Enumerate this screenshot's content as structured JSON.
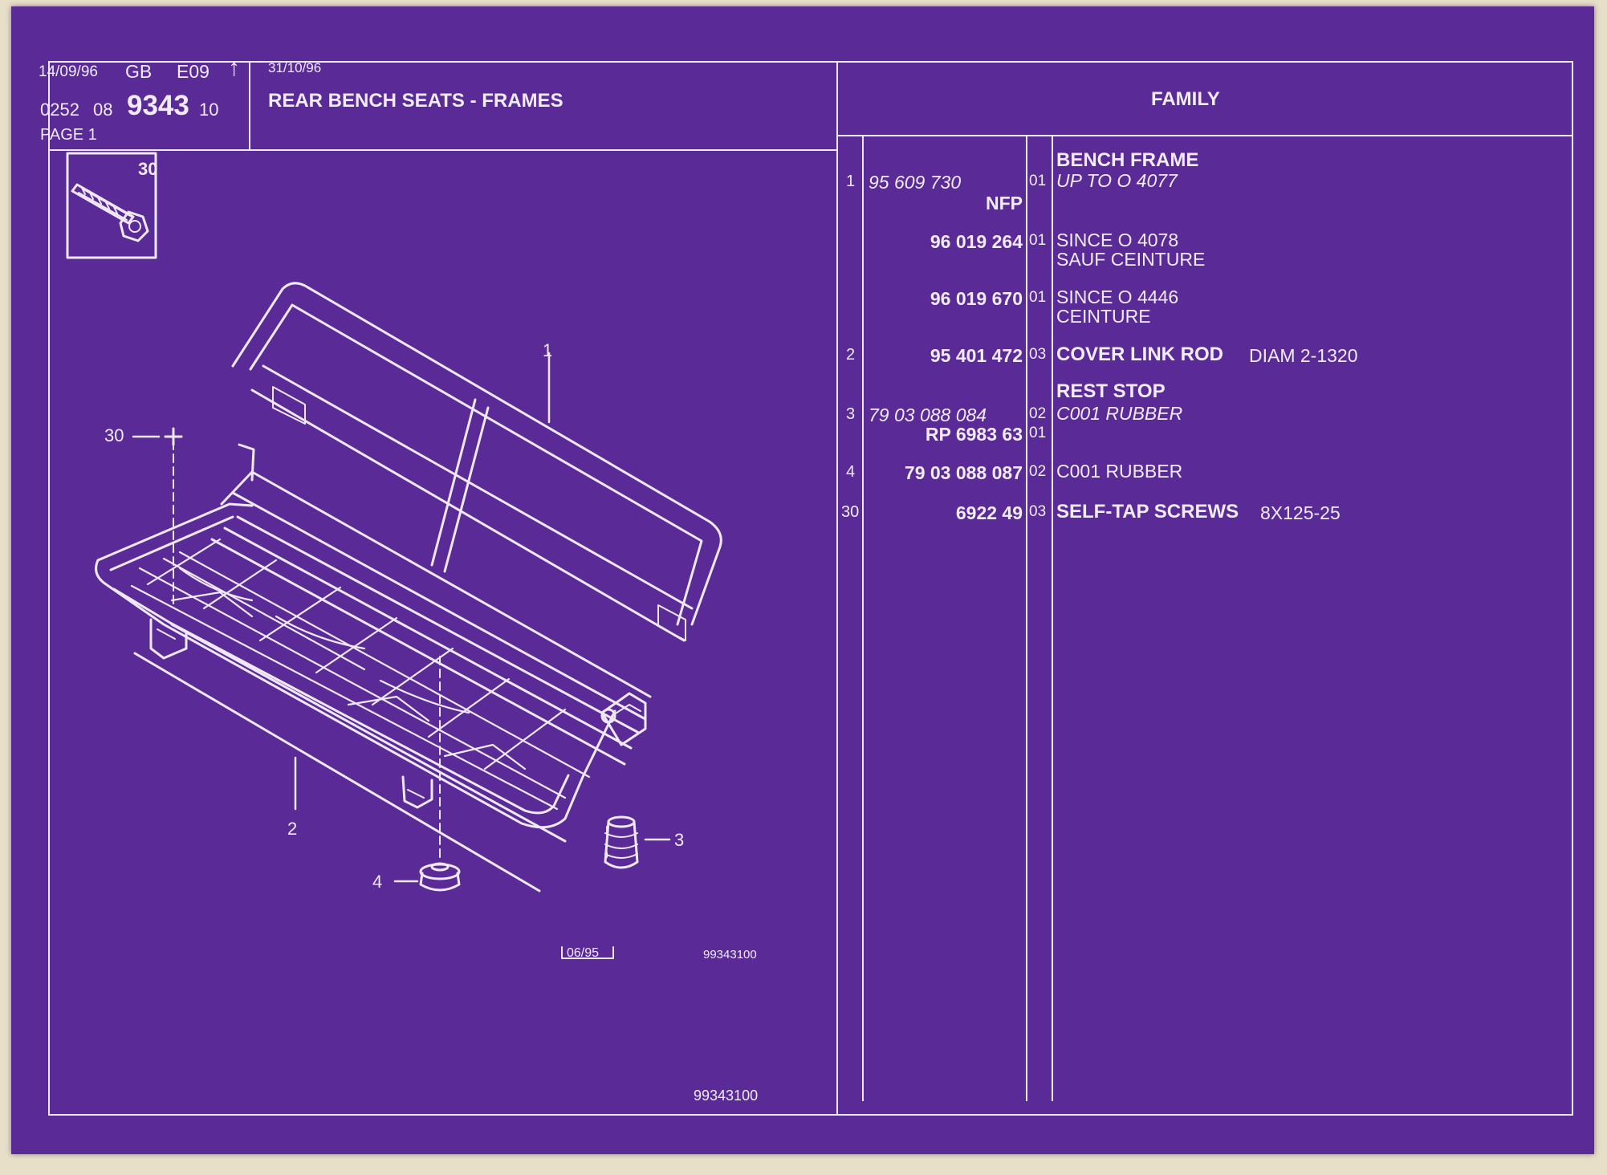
{
  "header": {
    "date": "14/09/96",
    "lang": "GB",
    "edition": "E09",
    "arrow": "↑",
    "ref_prefix_a": "0252",
    "ref_prefix_b": "08",
    "ref_main": "9343",
    "ref_suffix": "10",
    "page": "PAGE 1",
    "update_date": "31/10/96",
    "title": "REAR BENCH SEATS - FRAMES",
    "family_label": "FAMILY"
  },
  "drawing": {
    "inset_number": "30",
    "callouts": [
      "1",
      "2",
      "3",
      "4",
      "30"
    ],
    "stamp_date": "06/95",
    "stamp_ref": "99343100",
    "footer_ref": "99343100"
  },
  "parts": [
    {
      "no": "1",
      "code": "95 609 730",
      "code_style": "italic",
      "seq": "01",
      "desc": [
        {
          "text": "BENCH FRAME",
          "style": "bold-title"
        },
        {
          "text": "UP  TO  O  4077",
          "style": "italic"
        }
      ],
      "note": "NFP"
    },
    {
      "no": "",
      "code": "96 019 264",
      "code_style": "bold",
      "seq": "01",
      "desc": [
        {
          "text": "SINCE  O  4078",
          "style": "normal"
        },
        {
          "text": "SAUF CEINTURE",
          "style": "normal"
        }
      ]
    },
    {
      "no": "",
      "code": "96 019 670",
      "code_style": "bold",
      "seq": "01",
      "desc": [
        {
          "text": "SINCE  O  4446",
          "style": "normal"
        },
        {
          "text": "CEINTURE",
          "style": "normal"
        }
      ]
    },
    {
      "no": "2",
      "code": "95 401 472",
      "code_style": "bold",
      "seq": "03",
      "desc_bold": "COVER LINK ROD",
      "desc_extra": "DIAM 2-1320"
    },
    {
      "no": "3",
      "code": "79 03 088 084",
      "code_style": "italic",
      "seq": "02",
      "desc": [
        {
          "text": "REST STOP",
          "style": "bold-title"
        },
        {
          "text": "C001 RUBBER",
          "style": "italic"
        }
      ],
      "code2": "RP  6983 63",
      "seq2": "01"
    },
    {
      "no": "4",
      "code": "79 03 088 087",
      "code_style": "bold",
      "seq": "02",
      "desc_text": "C001 RUBBER"
    },
    {
      "no": "30",
      "code": "6922 49",
      "code_style": "bold",
      "seq": "03",
      "desc_bold": "SELF-TAP SCREWS",
      "desc_extra": "8X125-25"
    }
  ]
}
